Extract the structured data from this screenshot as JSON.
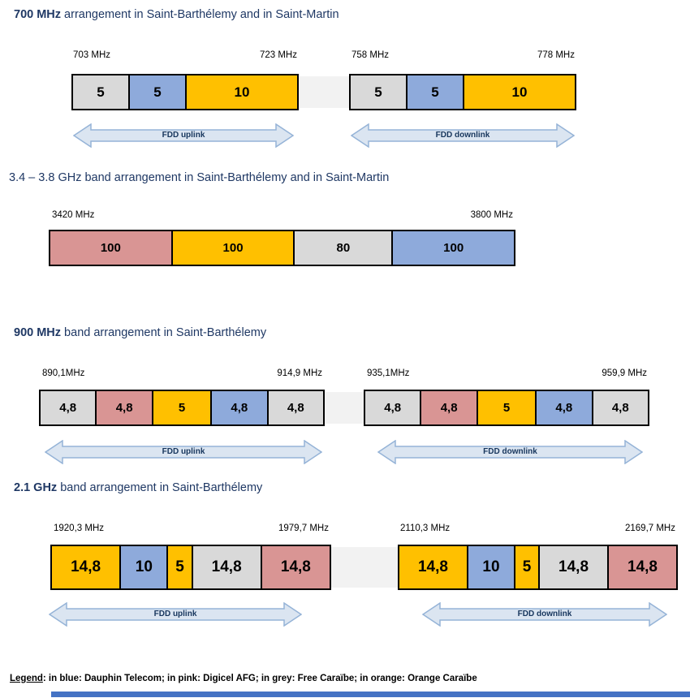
{
  "colors": {
    "grey": "#d9d9d9",
    "blue": "#8eaadb",
    "orange": "#ffc000",
    "pink": "#d99594",
    "gap": "#f2f2f2",
    "title_text": "#1f3864",
    "arrow_fill": "#dbe5f1",
    "arrow_stroke": "#95b3d7",
    "arrow_text": "#17365d",
    "footer_bar": "#4472c4"
  },
  "sections": [
    {
      "title_bold": "700 MHz",
      "title_rest": " arrangement in Saint-Barthélemy and in Saint-Martin",
      "blocks": [
        {
          "start_label": "703 MHz",
          "end_label": "723 MHz",
          "arrow_label": "FDD uplink",
          "segments": [
            {
              "label": "5",
              "mhz": 5,
              "color": "grey"
            },
            {
              "label": "5",
              "mhz": 5,
              "color": "blue"
            },
            {
              "label": "10",
              "mhz": 10,
              "color": "orange"
            }
          ]
        },
        {
          "start_label": "758 MHz",
          "end_label": "778 MHz",
          "arrow_label": "FDD downlink",
          "segments": [
            {
              "label": "5",
              "mhz": 5,
              "color": "grey"
            },
            {
              "label": "5",
              "mhz": 5,
              "color": "blue"
            },
            {
              "label": "10",
              "mhz": 10,
              "color": "orange"
            }
          ]
        }
      ]
    },
    {
      "title_bold": "",
      "title_rest": "3.4 – 3.8 GHz band arrangement in Saint-Barthélemy and in Saint-Martin",
      "blocks": [
        {
          "start_label": "3420 MHz",
          "end_label": "3800 MHz",
          "segments": [
            {
              "label": "100",
              "mhz": 100,
              "color": "pink"
            },
            {
              "label": "100",
              "mhz": 100,
              "color": "orange"
            },
            {
              "label": "80",
              "mhz": 80,
              "color": "grey"
            },
            {
              "label": "100",
              "mhz": 100,
              "color": "blue"
            }
          ]
        }
      ]
    },
    {
      "title_bold": "900 MHz",
      "title_rest": " band arrangement in Saint-Barthélemy",
      "blocks": [
        {
          "start_label": "890,1MHz",
          "end_label": "914,9 MHz",
          "arrow_label": "FDD uplink",
          "segments": [
            {
              "label": "4,8",
              "mhz": 4.8,
              "color": "grey"
            },
            {
              "label": "4,8",
              "mhz": 4.8,
              "color": "pink"
            },
            {
              "label": "5",
              "mhz": 5,
              "color": "orange"
            },
            {
              "label": "4,8",
              "mhz": 4.8,
              "color": "blue"
            },
            {
              "label": "4,8",
              "mhz": 4.8,
              "color": "grey"
            }
          ]
        },
        {
          "start_label": "935,1MHz",
          "end_label": "959,9 MHz",
          "arrow_label": "FDD downlink",
          "segments": [
            {
              "label": "4,8",
              "mhz": 4.8,
              "color": "grey"
            },
            {
              "label": "4,8",
              "mhz": 4.8,
              "color": "pink"
            },
            {
              "label": "5",
              "mhz": 5,
              "color": "orange"
            },
            {
              "label": "4,8",
              "mhz": 4.8,
              "color": "blue"
            },
            {
              "label": "4,8",
              "mhz": 4.8,
              "color": "grey"
            }
          ]
        }
      ]
    },
    {
      "title_bold": "2.1 GHz",
      "title_rest": " band arrangement in Saint-Barthélemy",
      "blocks": [
        {
          "start_label": "1920,3 MHz",
          "end_label": "1979,7 MHz",
          "arrow_label": "FDD uplink",
          "segments": [
            {
              "label": "14,8",
              "mhz": 14.8,
              "color": "orange"
            },
            {
              "label": "10",
              "mhz": 10,
              "color": "blue"
            },
            {
              "label": "5",
              "mhz": 5,
              "color": "orange"
            },
            {
              "label": "14,8",
              "mhz": 14.8,
              "color": "grey"
            },
            {
              "label": "14,8",
              "mhz": 14.8,
              "color": "pink"
            }
          ]
        },
        {
          "start_label": "2110,3 MHz",
          "end_label": "2169,7 MHz",
          "arrow_label": "FDD downlink",
          "segments": [
            {
              "label": "14,8",
              "mhz": 14.8,
              "color": "orange"
            },
            {
              "label": "10",
              "mhz": 10,
              "color": "blue"
            },
            {
              "label": "5",
              "mhz": 5,
              "color": "orange"
            },
            {
              "label": "14,8",
              "mhz": 14.8,
              "color": "grey"
            },
            {
              "label": "14,8",
              "mhz": 14.8,
              "color": "pink"
            }
          ]
        }
      ]
    }
  ],
  "legend": {
    "label": "Legend",
    "text": ": in blue: Dauphin Telecom; in pink: Digicel AFG; in grey: Free Caraïbe; in orange: Orange Caraïbe"
  }
}
